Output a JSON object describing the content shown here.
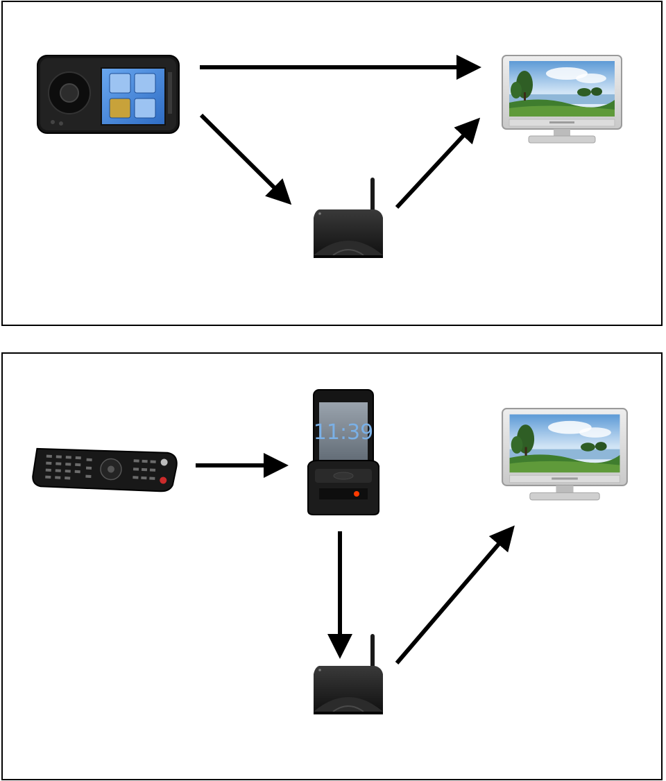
{
  "colors": {
    "arrow": "#000000",
    "device_body": "#1a1a1a",
    "tv_bezel": "#d6d6d6",
    "screen_blue": "#3f7fd8",
    "status_led": "#ff3b00",
    "clock_text": "#7ab0e6",
    "brand_text": "#4caf50"
  },
  "top_panel": {
    "devices": [
      {
        "icon": "touchscreen-remote-icon"
      },
      {
        "icon": "television-icon"
      },
      {
        "icon": "wireless-hub-icon"
      }
    ],
    "arrows": [
      "remote-to-tv",
      "remote-to-hub",
      "hub-to-tv"
    ]
  },
  "bottom_panel": {
    "devices": [
      {
        "icon": "ir-remote-icon"
      },
      {
        "icon": "docked-display-icon",
        "clock": "11:39"
      },
      {
        "icon": "television-icon"
      },
      {
        "icon": "wireless-hub-icon"
      }
    ],
    "arrows": [
      "remote-to-dock",
      "dock-to-hub",
      "hub-to-tv"
    ]
  }
}
